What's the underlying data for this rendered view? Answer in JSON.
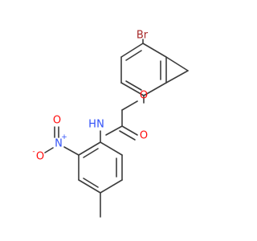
{
  "molecule": {
    "colors": {
      "bond": "#3c3c3c",
      "carbon": "#3c3c3c",
      "oxygen": "#ff0d0d",
      "nitrogen": "#3050f8",
      "bromine": "#a62929"
    },
    "labels": {
      "bromine": "Br",
      "ether_oxygen": "O",
      "carbonyl_oxygen": "O",
      "amide_nitrogen": "N",
      "amide_hydrogen": "H",
      "nitro_nitrogen": "N",
      "nitro_plus": "+",
      "nitro_oxygen_upper": "O",
      "nitro_oxygen_lower": "O",
      "nitro_minus": "-"
    }
  }
}
